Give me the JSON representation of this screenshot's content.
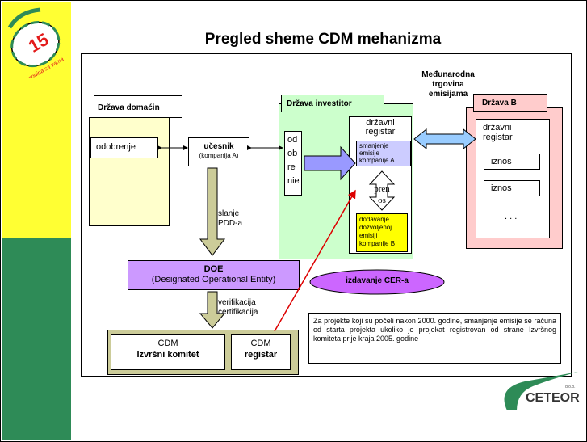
{
  "title": "Pregled sheme CDM mehanizma",
  "logo_left": {
    "number": "15",
    "text": "godina sa vama"
  },
  "logo_right": {
    "brand": "CETEOR",
    "suffix": "d.o.o."
  },
  "host": {
    "label": "Država domaćin",
    "approval": "odobrenje"
  },
  "participant": {
    "label": "učesnik",
    "sub": "(kompanija A)"
  },
  "sending": {
    "line1": "slanje",
    "line2": "PDD-a"
  },
  "intl": {
    "line1": "Međunarodna",
    "line2": "trgovina",
    "line3": "emisijama"
  },
  "investor": {
    "label": "Država investitor",
    "approval": [
      "od",
      "ob",
      "re",
      "nie"
    ],
    "registry": {
      "line1": "državni",
      "line2": "registar"
    },
    "reduction": {
      "line1": "smanjenje",
      "line2": "emisije",
      "line3": "kompanije A"
    },
    "transfer": {
      "line1": "pren",
      "line2": "os"
    },
    "adding": {
      "line1": "dodavanje",
      "line2": "dozvoljenoj",
      "line3": "emisiji",
      "line4": "kompanije B"
    }
  },
  "countryB": {
    "label": "Država B",
    "registry": {
      "line1": "državni",
      "line2": "registar"
    },
    "amount1": "iznos",
    "amount2": "iznos",
    "dots": ". . ."
  },
  "doe": {
    "title": "DOE",
    "sub": "(Designated Operational Entity)"
  },
  "cer": "izdavanje CER-a",
  "verification": {
    "line1": "verifikacija",
    "line2": "certifikacija"
  },
  "cdm_exec": {
    "line1": "CDM",
    "line2": "Izvršni komitet"
  },
  "cdm_reg": {
    "line1": "CDM",
    "line2": "registar"
  },
  "note": "Za projekte koji su počeli nakon 2000. godine, smanjenje emisije se računa od starta projekta ukoliko je projekat registrovan od strane Izvršnog komiteta prije kraja 2005. godine",
  "colors": {
    "yellow": "#ffff33",
    "green": "#2e8b57",
    "investor": "#ccffcc",
    "host": "#ffffcc",
    "countryB": "#ffcccc",
    "doe": "#cc99ff",
    "cer": "#cc66ff",
    "arrow": "#dd0000"
  }
}
